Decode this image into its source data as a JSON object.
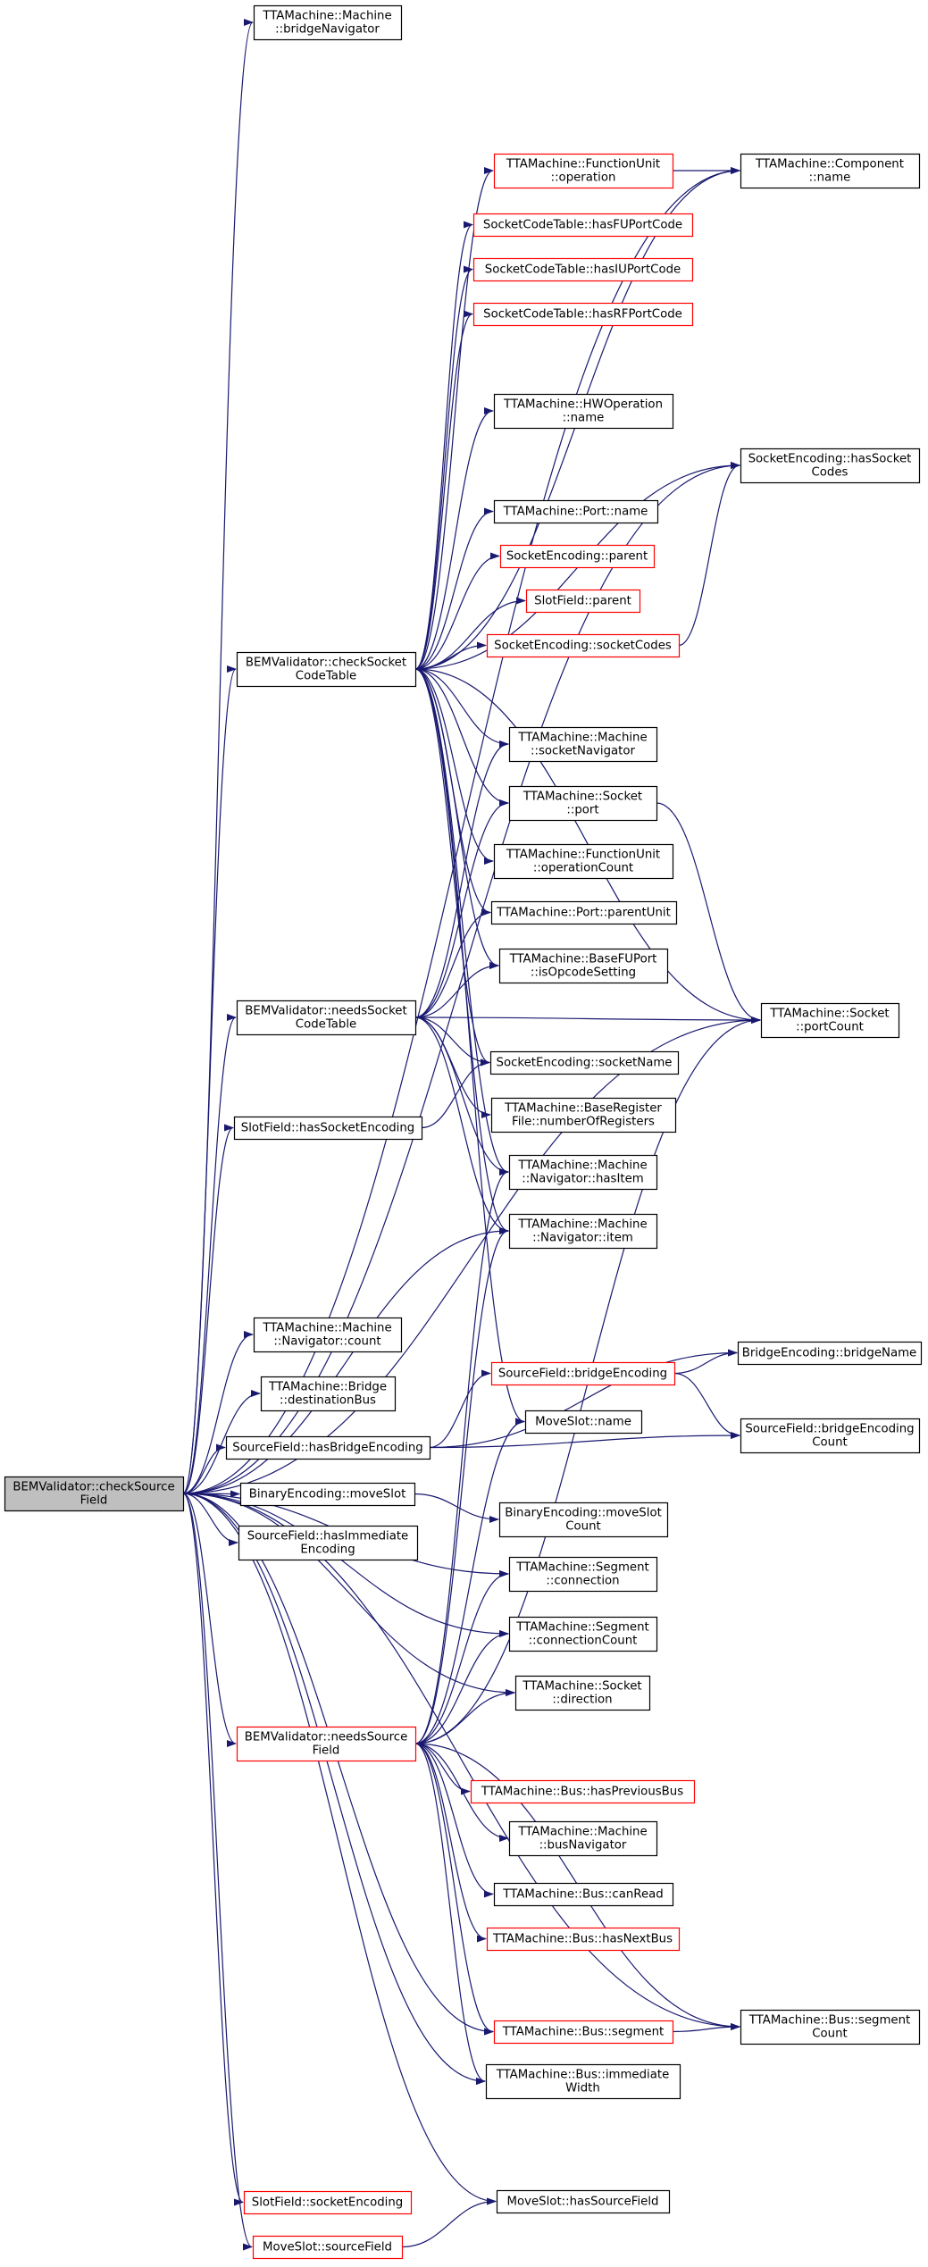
{
  "colors": {
    "edge": "#191970",
    "border_normal": "#000000",
    "border_truncated": "#ff0000",
    "root_fill": "#bfbfbf",
    "node_fill": "#ffffff"
  },
  "nodes": [
    {
      "id": "root",
      "lines": [
        "BEMValidator::checkSource",
        "Field"
      ],
      "style": "root"
    },
    {
      "id": "bridgeNavigator",
      "lines": [
        "TTAMachine::Machine",
        "::bridgeNavigator"
      ],
      "style": "normal"
    },
    {
      "id": "fuOperation",
      "lines": [
        "TTAMachine::FunctionUnit",
        "::operation"
      ],
      "style": "truncated"
    },
    {
      "id": "componentName",
      "lines": [
        "TTAMachine::Component",
        "::name"
      ],
      "style": "normal"
    },
    {
      "id": "hasFUPortCode",
      "lines": [
        "SocketCodeTable::hasFUPortCode"
      ],
      "style": "truncated"
    },
    {
      "id": "hasIUPortCode",
      "lines": [
        "SocketCodeTable::hasIUPortCode"
      ],
      "style": "truncated"
    },
    {
      "id": "hasRFPortCode",
      "lines": [
        "SocketCodeTable::hasRFPortCode"
      ],
      "style": "truncated"
    },
    {
      "id": "hwOperationName",
      "lines": [
        "TTAMachine::HWOperation",
        "::name"
      ],
      "style": "normal"
    },
    {
      "id": "hasSocketCodes",
      "lines": [
        "SocketEncoding::hasSocket",
        "Codes"
      ],
      "style": "normal"
    },
    {
      "id": "portName",
      "lines": [
        "TTAMachine::Port::name"
      ],
      "style": "normal"
    },
    {
      "id": "seParent",
      "lines": [
        "SocketEncoding::parent"
      ],
      "style": "truncated"
    },
    {
      "id": "sfParent",
      "lines": [
        "SlotField::parent"
      ],
      "style": "truncated"
    },
    {
      "id": "socketCodes",
      "lines": [
        "SocketEncoding::socketCodes"
      ],
      "style": "truncated"
    },
    {
      "id": "checkSocketCodeTable",
      "lines": [
        "BEMValidator::checkSocket",
        "CodeTable"
      ],
      "style": "normal"
    },
    {
      "id": "socketNavigator",
      "lines": [
        "TTAMachine::Machine",
        "::socketNavigator"
      ],
      "style": "normal"
    },
    {
      "id": "socketPort",
      "lines": [
        "TTAMachine::Socket",
        "::port"
      ],
      "style": "normal"
    },
    {
      "id": "operationCount",
      "lines": [
        "TTAMachine::FunctionUnit",
        "::operationCount"
      ],
      "style": "normal"
    },
    {
      "id": "parentUnit",
      "lines": [
        "TTAMachine::Port::parentUnit"
      ],
      "style": "normal"
    },
    {
      "id": "isOpcodeSetting",
      "lines": [
        "TTAMachine::BaseFUPort",
        "::isOpcodeSetting"
      ],
      "style": "normal"
    },
    {
      "id": "needsSocketCodeTable",
      "lines": [
        "BEMValidator::needsSocket",
        "CodeTable"
      ],
      "style": "normal"
    },
    {
      "id": "portCount",
      "lines": [
        "TTAMachine::Socket",
        "::portCount"
      ],
      "style": "normal"
    },
    {
      "id": "socketName",
      "lines": [
        "SocketEncoding::socketName"
      ],
      "style": "normal"
    },
    {
      "id": "numberOfRegisters",
      "lines": [
        "TTAMachine::BaseRegister",
        "File::numberOfRegisters"
      ],
      "style": "normal"
    },
    {
      "id": "hasSocketEncoding",
      "lines": [
        "SlotField::hasSocketEncoding"
      ],
      "style": "normal"
    },
    {
      "id": "navHasItem",
      "lines": [
        "TTAMachine::Machine",
        "::Navigator::hasItem"
      ],
      "style": "normal"
    },
    {
      "id": "navItem",
      "lines": [
        "TTAMachine::Machine",
        "::Navigator::item"
      ],
      "style": "normal"
    },
    {
      "id": "navCount",
      "lines": [
        "TTAMachine::Machine",
        "::Navigator::count"
      ],
      "style": "normal"
    },
    {
      "id": "bridgeName",
      "lines": [
        "BridgeEncoding::bridgeName"
      ],
      "style": "normal"
    },
    {
      "id": "destinationBus",
      "lines": [
        "TTAMachine::Bridge",
        "::destinationBus"
      ],
      "style": "normal"
    },
    {
      "id": "sfBridgeEncoding",
      "lines": [
        "SourceField::bridgeEncoding"
      ],
      "style": "truncated"
    },
    {
      "id": "hasBridgeEncoding",
      "lines": [
        "SourceField::hasBridgeEncoding"
      ],
      "style": "normal"
    },
    {
      "id": "moveSlotName",
      "lines": [
        "MoveSlot::name"
      ],
      "style": "normal"
    },
    {
      "id": "bridgeEncodingCount",
      "lines": [
        "SourceField::bridgeEncoding",
        "Count"
      ],
      "style": "normal"
    },
    {
      "id": "beMoveSlot",
      "lines": [
        "BinaryEncoding::moveSlot"
      ],
      "style": "normal"
    },
    {
      "id": "moveSlotCount",
      "lines": [
        "BinaryEncoding::moveSlot",
        "Count"
      ],
      "style": "normal"
    },
    {
      "id": "hasImmediateEncoding",
      "lines": [
        "SourceField::hasImmediate",
        "Encoding"
      ],
      "style": "normal"
    },
    {
      "id": "segConnection",
      "lines": [
        "TTAMachine::Segment",
        "::connection"
      ],
      "style": "normal"
    },
    {
      "id": "segConnectionCount",
      "lines": [
        "TTAMachine::Segment",
        "::connectionCount"
      ],
      "style": "normal"
    },
    {
      "id": "socketDirection",
      "lines": [
        "TTAMachine::Socket",
        "::direction"
      ],
      "style": "normal"
    },
    {
      "id": "needsSourceField",
      "lines": [
        "BEMValidator::needsSource",
        "Field"
      ],
      "style": "truncated"
    },
    {
      "id": "hasPreviousBus",
      "lines": [
        "TTAMachine::Bus::hasPreviousBus"
      ],
      "style": "truncated"
    },
    {
      "id": "busNavigator",
      "lines": [
        "TTAMachine::Machine",
        "::busNavigator"
      ],
      "style": "normal"
    },
    {
      "id": "canRead",
      "lines": [
        "TTAMachine::Bus::canRead"
      ],
      "style": "normal"
    },
    {
      "id": "hasNextBus",
      "lines": [
        "TTAMachine::Bus::hasNextBus"
      ],
      "style": "truncated"
    },
    {
      "id": "busSegment",
      "lines": [
        "TTAMachine::Bus::segment"
      ],
      "style": "truncated"
    },
    {
      "id": "segmentCount",
      "lines": [
        "TTAMachine::Bus::segment",
        "Count"
      ],
      "style": "normal"
    },
    {
      "id": "immediateWidth",
      "lines": [
        "TTAMachine::Bus::immediate",
        "Width"
      ],
      "style": "normal"
    },
    {
      "id": "sfSocketEncoding",
      "lines": [
        "SlotField::socketEncoding"
      ],
      "style": "truncated"
    },
    {
      "id": "hasSourceField",
      "lines": [
        "MoveSlot::hasSourceField"
      ],
      "style": "normal"
    },
    {
      "id": "msSourceField",
      "lines": [
        "MoveSlot::sourceField"
      ],
      "style": "truncated"
    }
  ],
  "edges": [
    [
      "root",
      "bridgeNavigator"
    ],
    [
      "root",
      "componentName"
    ],
    [
      "root",
      "hasSocketCodes"
    ],
    [
      "root",
      "checkSocketCodeTable"
    ],
    [
      "root",
      "needsSocketCodeTable"
    ],
    [
      "root",
      "portCount"
    ],
    [
      "root",
      "hasSocketEncoding"
    ],
    [
      "root",
      "navItem"
    ],
    [
      "root",
      "navCount"
    ],
    [
      "root",
      "destinationBus"
    ],
    [
      "root",
      "hasBridgeEncoding"
    ],
    [
      "root",
      "beMoveSlot"
    ],
    [
      "root",
      "hasImmediateEncoding"
    ],
    [
      "root",
      "segConnection"
    ],
    [
      "root",
      "segConnectionCount"
    ],
    [
      "root",
      "socketDirection"
    ],
    [
      "root",
      "needsSourceField"
    ],
    [
      "root",
      "busSegment"
    ],
    [
      "root",
      "segmentCount"
    ],
    [
      "root",
      "immediateWidth"
    ],
    [
      "root",
      "sfSocketEncoding"
    ],
    [
      "root",
      "hasSourceField"
    ],
    [
      "root",
      "msSourceField"
    ],
    [
      "checkSocketCodeTable",
      "fuOperation"
    ],
    [
      "checkSocketCodeTable",
      "componentName"
    ],
    [
      "checkSocketCodeTable",
      "hasFUPortCode"
    ],
    [
      "checkSocketCodeTable",
      "hasIUPortCode"
    ],
    [
      "checkSocketCodeTable",
      "hasRFPortCode"
    ],
    [
      "checkSocketCodeTable",
      "hwOperationName"
    ],
    [
      "checkSocketCodeTable",
      "hasSocketCodes"
    ],
    [
      "checkSocketCodeTable",
      "portName"
    ],
    [
      "checkSocketCodeTable",
      "seParent"
    ],
    [
      "checkSocketCodeTable",
      "sfParent"
    ],
    [
      "checkSocketCodeTable",
      "socketCodes"
    ],
    [
      "checkSocketCodeTable",
      "socketNavigator"
    ],
    [
      "checkSocketCodeTable",
      "socketPort"
    ],
    [
      "checkSocketCodeTable",
      "operationCount"
    ],
    [
      "checkSocketCodeTable",
      "parentUnit"
    ],
    [
      "checkSocketCodeTable",
      "isOpcodeSetting"
    ],
    [
      "checkSocketCodeTable",
      "portCount"
    ],
    [
      "checkSocketCodeTable",
      "socketName"
    ],
    [
      "checkSocketCodeTable",
      "navHasItem"
    ],
    [
      "checkSocketCodeTable",
      "navItem"
    ],
    [
      "checkSocketCodeTable",
      "moveSlotName"
    ],
    [
      "fuOperation",
      "componentName"
    ],
    [
      "socketCodes",
      "hasSocketCodes"
    ],
    [
      "socketPort",
      "portCount"
    ],
    [
      "needsSocketCodeTable",
      "socketNavigator"
    ],
    [
      "needsSocketCodeTable",
      "socketPort"
    ],
    [
      "needsSocketCodeTable",
      "parentUnit"
    ],
    [
      "needsSocketCodeTable",
      "isOpcodeSetting"
    ],
    [
      "needsSocketCodeTable",
      "portCount"
    ],
    [
      "needsSocketCodeTable",
      "socketName"
    ],
    [
      "needsSocketCodeTable",
      "numberOfRegisters"
    ],
    [
      "needsSocketCodeTable",
      "navHasItem"
    ],
    [
      "needsSocketCodeTable",
      "navItem"
    ],
    [
      "hasSocketEncoding",
      "socketName"
    ],
    [
      "hasBridgeEncoding",
      "bridgeName"
    ],
    [
      "hasBridgeEncoding",
      "sfBridgeEncoding"
    ],
    [
      "hasBridgeEncoding",
      "bridgeEncodingCount"
    ],
    [
      "sfBridgeEncoding",
      "bridgeName"
    ],
    [
      "sfBridgeEncoding",
      "bridgeEncodingCount"
    ],
    [
      "beMoveSlot",
      "moveSlotCount"
    ],
    [
      "needsSourceField",
      "navHasItem"
    ],
    [
      "needsSourceField",
      "navItem"
    ],
    [
      "needsSourceField",
      "moveSlotName"
    ],
    [
      "needsSourceField",
      "segConnection"
    ],
    [
      "needsSourceField",
      "segConnectionCount"
    ],
    [
      "needsSourceField",
      "socketDirection"
    ],
    [
      "needsSourceField",
      "portCount"
    ],
    [
      "needsSourceField",
      "hasPreviousBus"
    ],
    [
      "needsSourceField",
      "busNavigator"
    ],
    [
      "needsSourceField",
      "canRead"
    ],
    [
      "needsSourceField",
      "hasNextBus"
    ],
    [
      "needsSourceField",
      "busSegment"
    ],
    [
      "needsSourceField",
      "segmentCount"
    ],
    [
      "needsSourceField",
      "immediateWidth"
    ],
    [
      "busSegment",
      "segmentCount"
    ],
    [
      "msSourceField",
      "hasSourceField"
    ]
  ]
}
